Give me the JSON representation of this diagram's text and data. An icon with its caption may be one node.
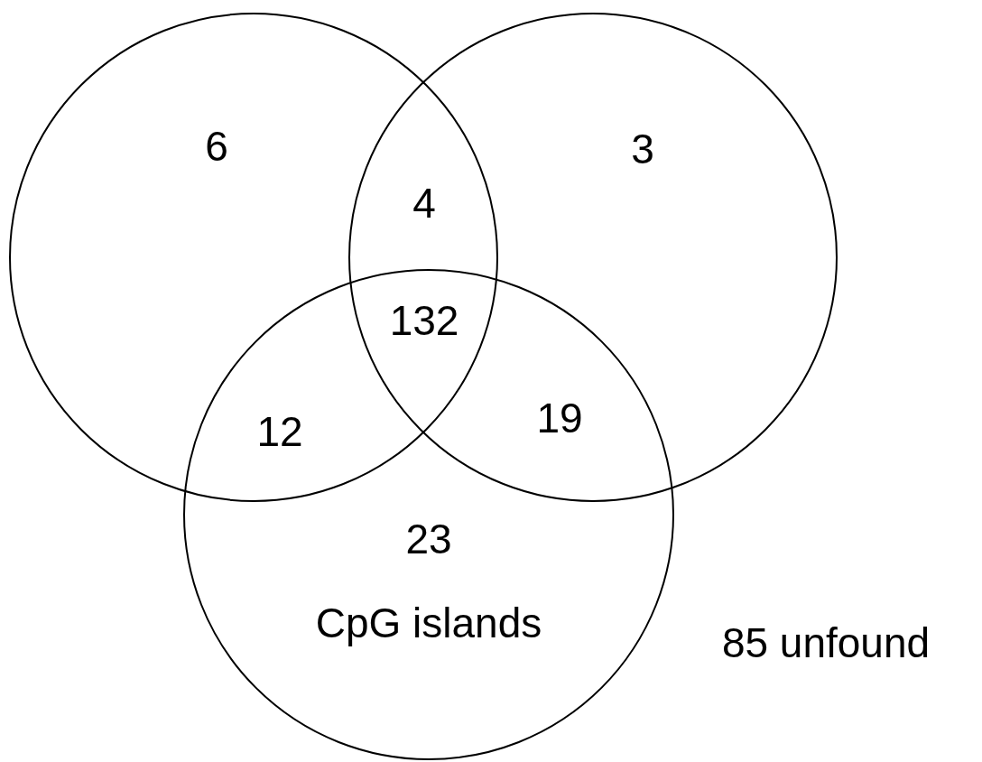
{
  "diagram": {
    "nodes": [
      {
        "text": [
          "6"
        ]
      },
      {
        "text": [
          "3"
        ]
      },
      {
        "text": [
          "23",
          "CpG islands"
        ]
      }
    ],
    "labels": [
      "4",
      "132",
      "12",
      "19",
      "85 unfound"
    ]
  }
}
